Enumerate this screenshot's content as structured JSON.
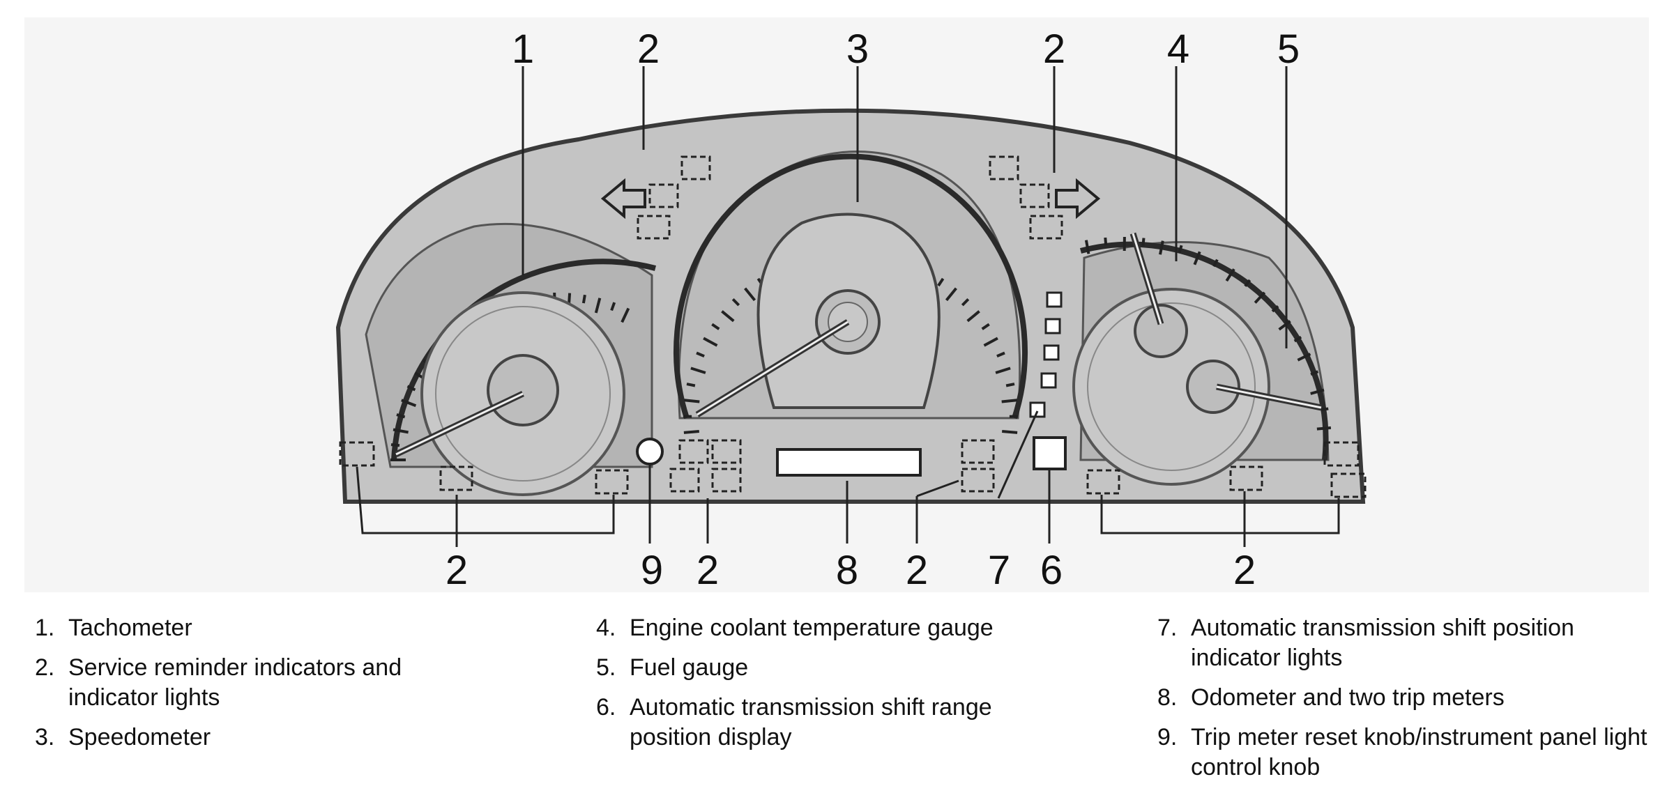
{
  "callouts": {
    "top": [
      "1",
      "2",
      "3",
      "2",
      "4",
      "5"
    ],
    "bottom": [
      "2",
      "9",
      "2",
      "8",
      "2",
      "7",
      "6",
      "2"
    ]
  },
  "legend": [
    {
      "num": "1.",
      "text": "Tachometer"
    },
    {
      "num": "2.",
      "text": "Service reminder indicators and indicator lights"
    },
    {
      "num": "3.",
      "text": "Speedometer"
    },
    {
      "num": "4.",
      "text": "Engine coolant temperature gauge"
    },
    {
      "num": "5.",
      "text": "Fuel gauge"
    },
    {
      "num": "6.",
      "text": "Automatic transmission shift range position display"
    },
    {
      "num": "7.",
      "text": "Automatic transmission shift position indicator lights"
    },
    {
      "num": "8.",
      "text": "Odometer and two trip meters"
    },
    {
      "num": "9.",
      "text": "Trip meter reset knob/instrument panel light control knob"
    }
  ]
}
